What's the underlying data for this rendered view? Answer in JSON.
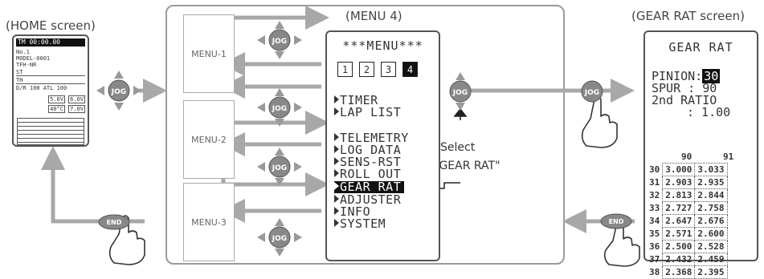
{
  "captions": {
    "home": "(HOME screen)",
    "menu4": "(MENU 4)",
    "gear": "(GEAR RAT screen)"
  },
  "menu_boxes": [
    "MENU-1",
    "MENU-2",
    "MENU-3"
  ],
  "jog_label": "JOG",
  "end_label": "END",
  "select_note": [
    "Select",
    "\"GEAR RAT\""
  ],
  "home_screen": {
    "time": "TM 00:00.00",
    "model_no": "No.1",
    "model_name": "MODEL-0001",
    "tfh": "TFH-NR",
    "st": "ST",
    "th": "TH",
    "trims": "D/R 100  ATL 100",
    "volt1": "5.0V",
    "volt2": "6.0V",
    "temp": "40°C",
    "volt3": "7.0V"
  },
  "menu4": {
    "title": "***MENU***",
    "pages": [
      "1",
      "2",
      "3",
      "4"
    ],
    "active_page": "4",
    "items": [
      "TIMER",
      "LAP LIST",
      "TELEMETRY",
      "LOG DATA",
      "SENS-RST",
      "ROLL OUT",
      "GEAR RAT",
      "ADJUSTER",
      "INFO",
      "SYSTEM"
    ],
    "selected": "GEAR RAT"
  },
  "gear_rat": {
    "title": "GEAR RAT",
    "pinion_label": "PINION:",
    "pinion_value": "30",
    "spur_label": "SPUR  :",
    "spur_value": "90",
    "ratio_label": "2nd RATIO",
    "ratio_value": ": 1.00",
    "col_headers": [
      "90",
      "91"
    ],
    "rows": [
      {
        "pinion": "30",
        "r90": "3.000",
        "r91": "3.033"
      },
      {
        "pinion": "31",
        "r90": "2.903",
        "r91": "2.935"
      },
      {
        "pinion": "32",
        "r90": "2.813",
        "r91": "2.844"
      },
      {
        "pinion": "33",
        "r90": "2.727",
        "r91": "2.758"
      },
      {
        "pinion": "34",
        "r90": "2.647",
        "r91": "2.676"
      },
      {
        "pinion": "35",
        "r90": "2.571",
        "r91": "2.600"
      },
      {
        "pinion": "36",
        "r90": "2.500",
        "r91": "2.528"
      },
      {
        "pinion": "37",
        "r90": "2.432",
        "r91": "2.459"
      },
      {
        "pinion": "38",
        "r90": "2.368",
        "r91": "2.395"
      }
    ]
  },
  "colors": {
    "arrow": "#a8a8a8",
    "button": "#8a8a8a",
    "lcd_dark": "#111111"
  }
}
